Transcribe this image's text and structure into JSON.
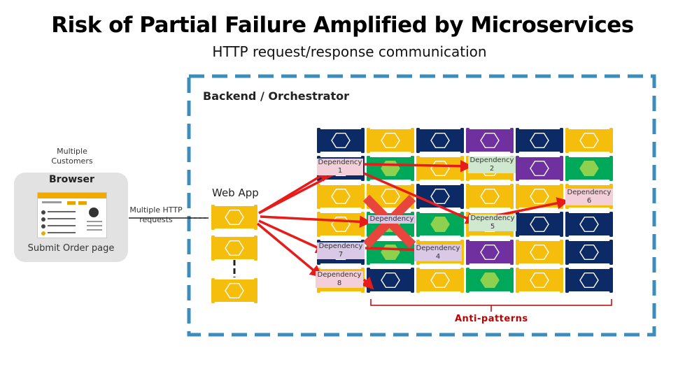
{
  "title": "Risk of Partial Failure Amplified by Microservices",
  "subtitle": "HTTP request/response communication",
  "orchestrator": {
    "label": "Backend / Orchestrator"
  },
  "customers": {
    "label": "Multiple Customers"
  },
  "browser": {
    "label": "Browser",
    "page_label": "Submit Order page"
  },
  "http_requests": {
    "label": "Multiple HTTP requests"
  },
  "webapp": {
    "label": "Web App"
  },
  "dependencies": [
    {
      "label": "Dependency 1"
    },
    {
      "label": "Dependency 2"
    },
    {
      "label": "Dependency 6"
    },
    {
      "label": "Dependency"
    },
    {
      "label": "Dependency 5"
    },
    {
      "label": "Dependency 7"
    },
    {
      "label": "Dependency 4"
    },
    {
      "label": "Dependency 8"
    }
  ],
  "antipatterns": {
    "label": "Anti-patterns"
  },
  "colors": {
    "navy": "#0c2a66",
    "yellow": "#f5bd0c",
    "purple": "#7030a0",
    "green": "#00a85a",
    "lightgreen": "#8dd14f",
    "arrow": "#e81b1b",
    "failure": "#e8453c",
    "border": "#3c8dbc",
    "label_pink": "#f3cfd9",
    "label_green": "#cfe8cf",
    "label_purple": "#d9c9e6"
  },
  "grid": [
    [
      "navy",
      "yellow",
      "navy",
      "purple",
      "navy",
      "yellow"
    ],
    [
      "navy",
      "green",
      "yellow",
      "yellow",
      "purple",
      "green"
    ],
    [
      "yellow",
      "yellow",
      "navy",
      "yellow",
      "yellow",
      "yellow"
    ],
    [
      "yellow",
      "green",
      "green",
      "yellow",
      "navy",
      "navy"
    ],
    [
      "navy",
      "green",
      "yellow",
      "purple",
      "yellow",
      "navy"
    ],
    [
      "yellow",
      "navy",
      "yellow",
      "green",
      "yellow",
      "navy"
    ]
  ],
  "webapp_stack": [
    "yellow",
    "yellow",
    "yellow"
  ]
}
